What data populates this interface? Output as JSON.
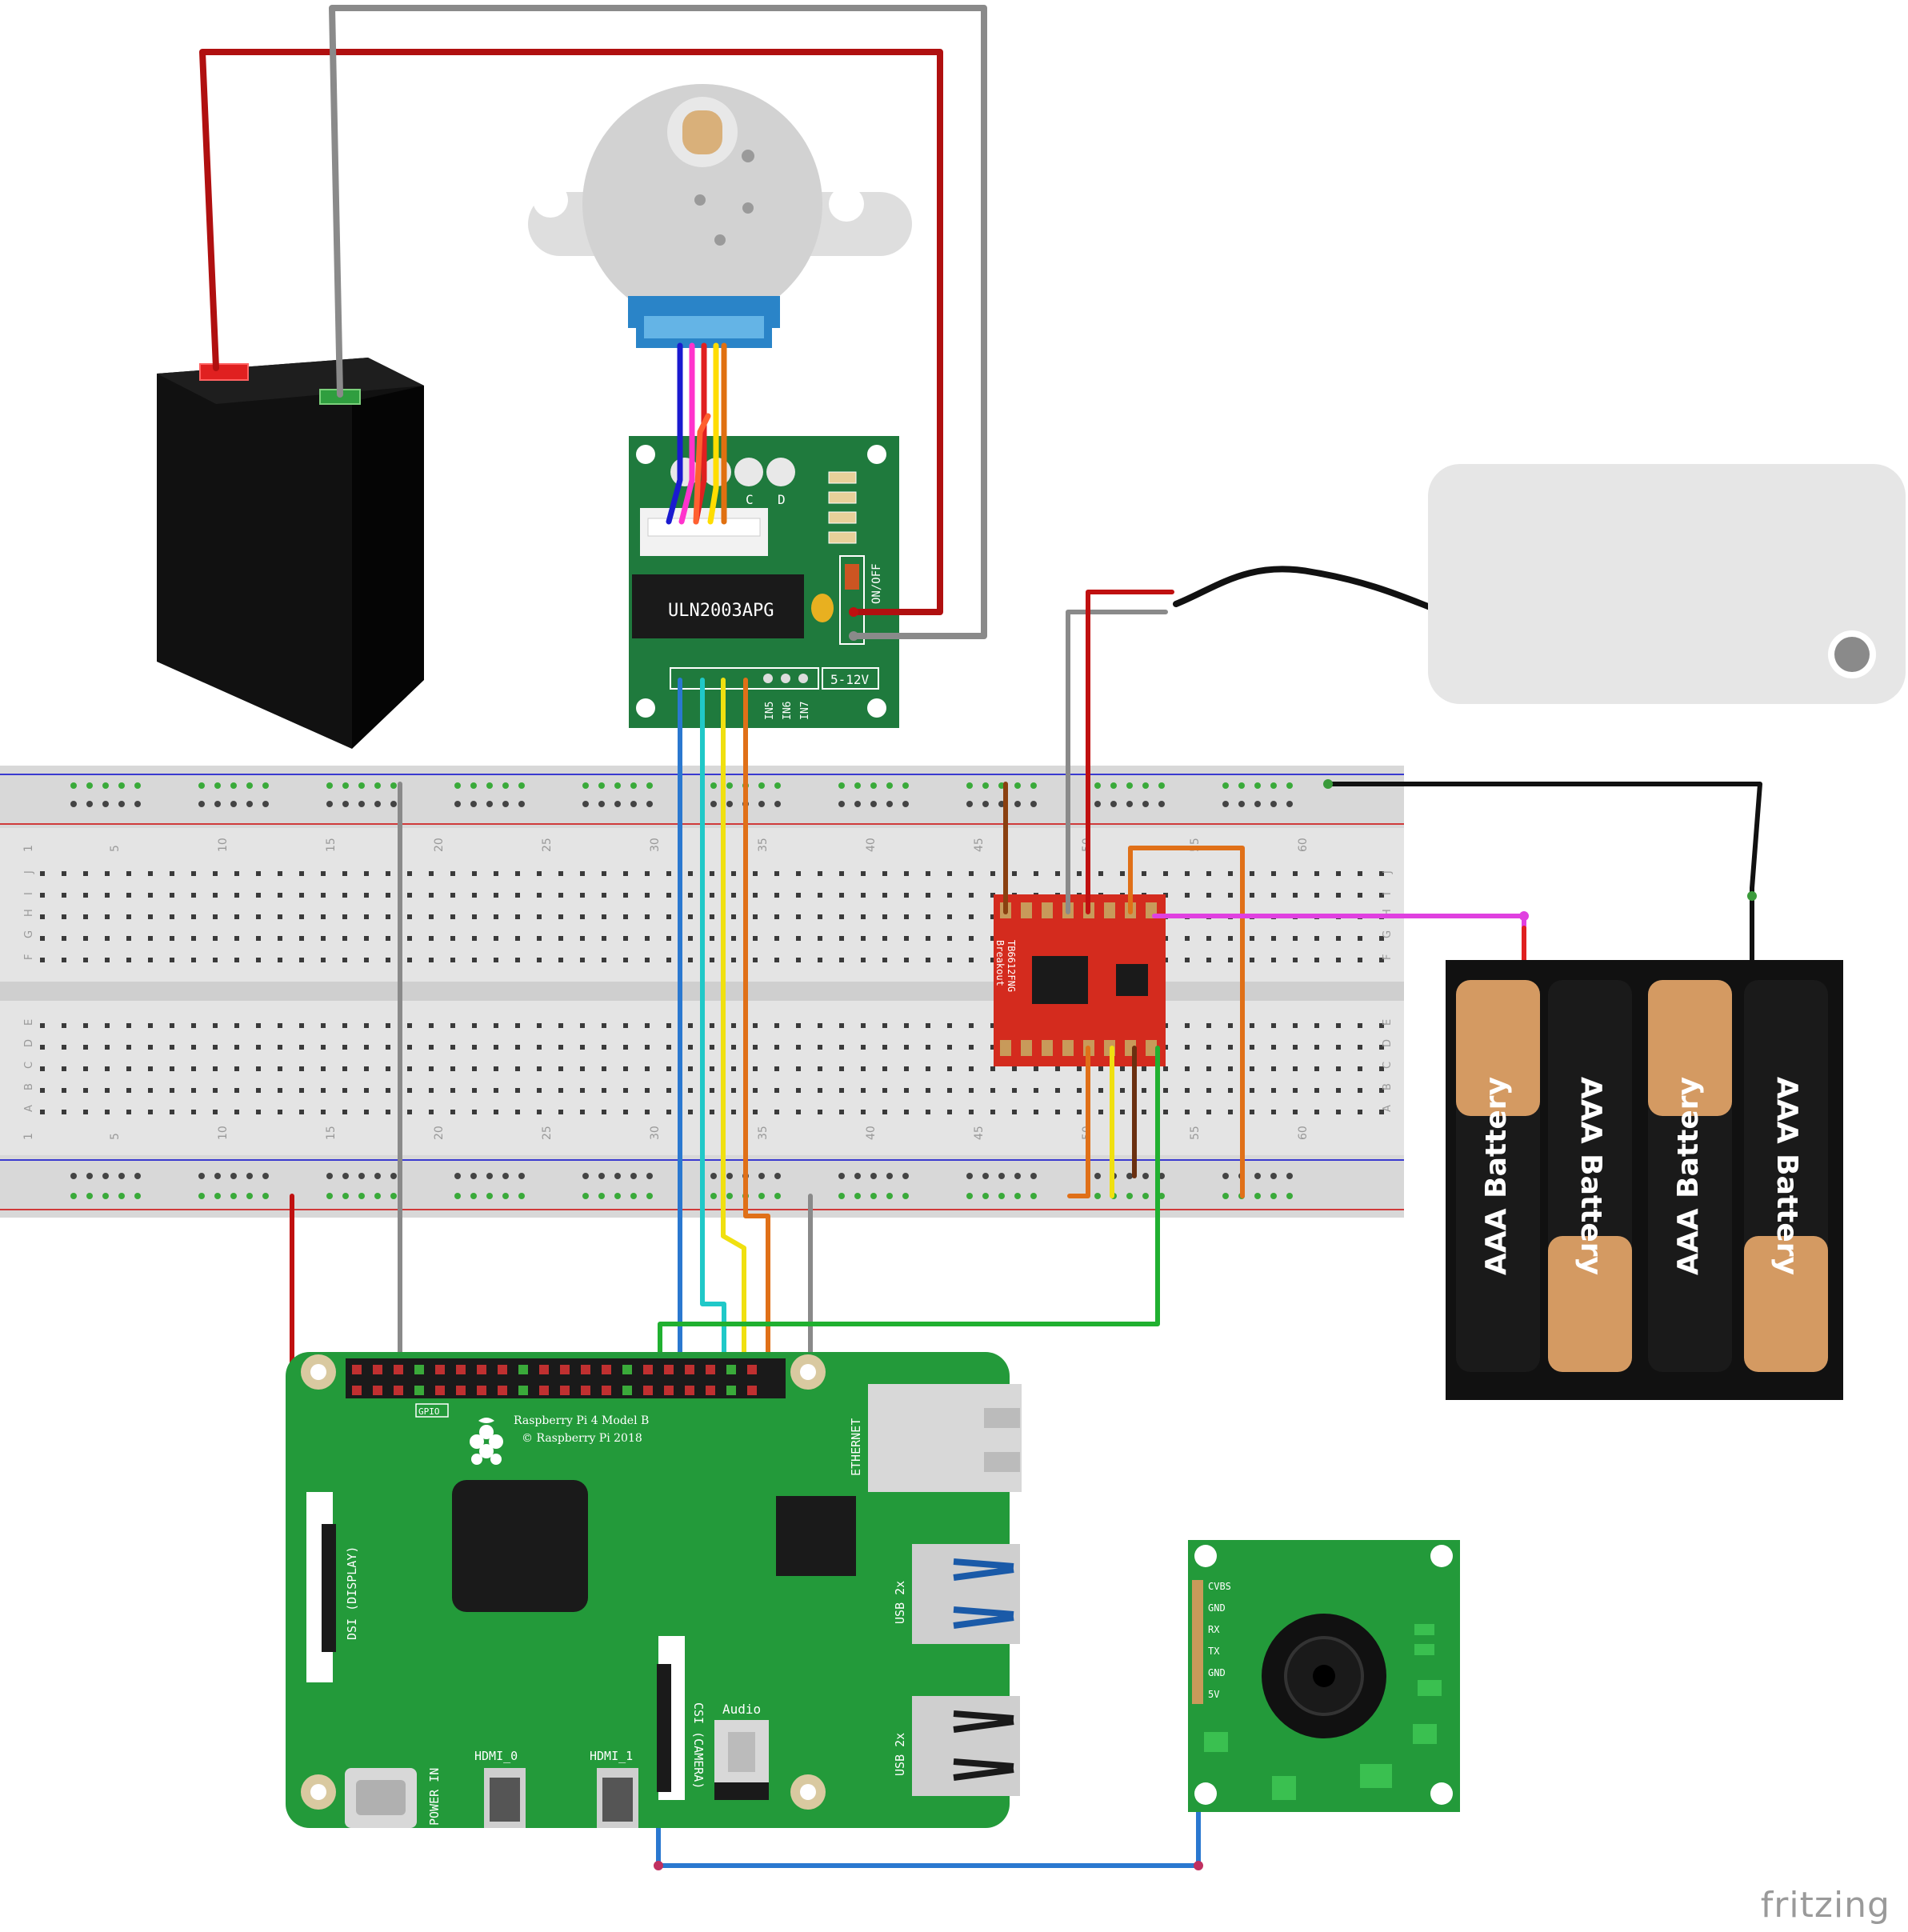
{
  "watermark": "fritzing",
  "driver_board": {
    "chip": "ULN2003APG",
    "switch": "ON/OFF",
    "voltage": "5-12V",
    "led_labels": [
      "C",
      "D"
    ],
    "pins": [
      "IN5",
      "IN6",
      "IN7"
    ]
  },
  "motor_driver": {
    "name": "TB6612FNG",
    "sub": "Breakout"
  },
  "breadboard": {
    "column_numbers": [
      "1",
      "5",
      "10",
      "15",
      "20",
      "25",
      "30",
      "35",
      "40",
      "45",
      "50",
      "55",
      "60"
    ],
    "top_rows": [
      "J",
      "I",
      "H",
      "G",
      "F"
    ],
    "bottom_rows": [
      "E",
      "D",
      "C",
      "B",
      "A"
    ]
  },
  "battery_pack": {
    "cell_label": "AAA Battery"
  },
  "raspberry_pi": {
    "model": "Raspberry Pi 4 Model B",
    "copyright": "© Raspberry Pi 2018",
    "gpio": "GPIO",
    "ethernet": "ETHERNET",
    "usb": "USB 2x",
    "dsi": "DSI (DISPLAY)",
    "csi": "CSI (CAMERA)",
    "audio": "Audio",
    "power_in": "POWER IN",
    "hdmi0": "HDMI_0",
    "hdmi1": "HDMI_1"
  },
  "camera": {
    "pins": [
      "CVBS",
      "GND",
      "RX",
      "TX",
      "GND",
      "5V"
    ]
  }
}
